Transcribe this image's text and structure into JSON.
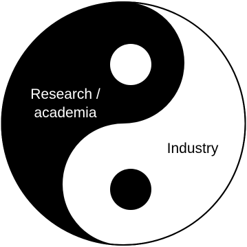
{
  "colors": {
    "yin": "#000000",
    "yang": "#ffffff",
    "outline": "#000000"
  },
  "labels": {
    "dark_side_line1": "Research /",
    "dark_side_line2": "academia",
    "light_side": "Industry"
  }
}
